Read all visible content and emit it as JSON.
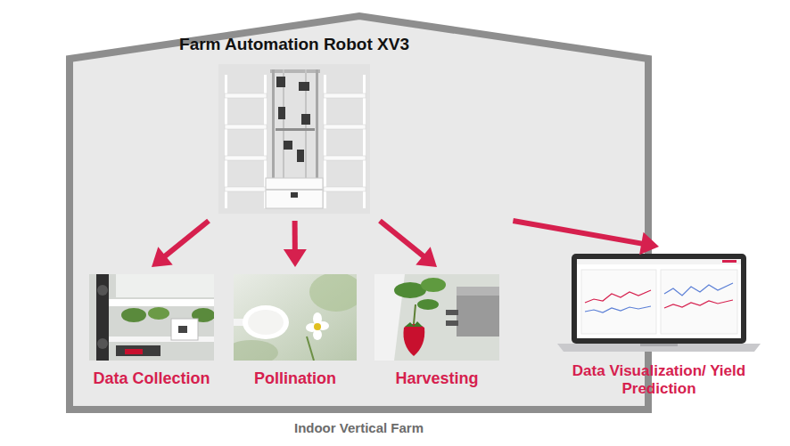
{
  "diagram": {
    "nodes": [
      {
        "text": [
          "Indoor Vertical Farm"
        ]
      },
      {
        "text": [
          "Farm Automation Robot XV3"
        ],
        "in": 0
      },
      {
        "text": [
          "Data Collection"
        ],
        "in": 0
      },
      {
        "text": [
          "Pollination"
        ],
        "in": 0
      },
      {
        "text": [
          "Harvesting"
        ],
        "in": 0
      },
      {
        "text": [
          "Data Visualization/ Yield Prediction"
        ]
      }
    ],
    "edges": [
      {
        "from": 1,
        "to": 2,
        "arrow": "to"
      },
      {
        "from": 1,
        "to": 3,
        "arrow": "to"
      },
      {
        "from": 1,
        "to": 4,
        "arrow": "to"
      },
      {
        "from": 1,
        "to": 5,
        "arrow": "to"
      }
    ]
  }
}
